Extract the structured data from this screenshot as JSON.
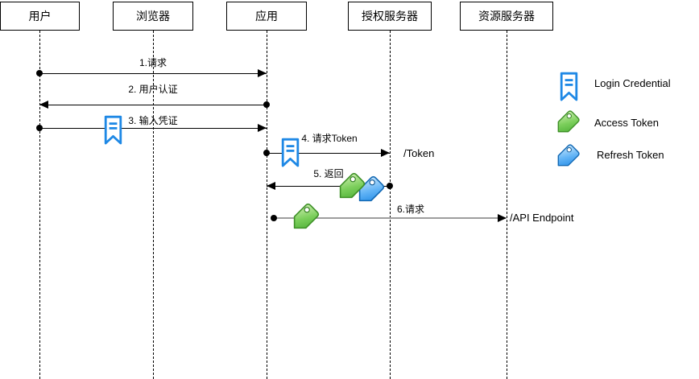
{
  "diagram": {
    "type": "sequence-diagram",
    "actors": [
      {
        "label": "用户"
      },
      {
        "label": "浏览器"
      },
      {
        "label": "应用"
      },
      {
        "label": "授权服务器"
      },
      {
        "label": "资源服务器"
      }
    ],
    "messages": [
      {
        "label": "1.请求",
        "from": "用户",
        "to": "应用"
      },
      {
        "label": "2. 用户认证",
        "from": "应用",
        "to": "用户"
      },
      {
        "label": "3. 输入凭证",
        "from": "用户",
        "to": "应用",
        "icon": "login-credential"
      },
      {
        "label": "4. 请求Token",
        "from": "应用",
        "to": "授权服务器",
        "icon": "login-credential"
      },
      {
        "label": "5. 返回",
        "from": "授权服务器",
        "to": "应用",
        "icons": [
          "access-token",
          "refresh-token"
        ]
      },
      {
        "label": "6.请求",
        "from": "应用",
        "to": "资源服务器",
        "icon": "access-token"
      }
    ],
    "endpoints": [
      {
        "label": "/Token"
      },
      {
        "label": "/API Endpoint"
      }
    ],
    "legend": [
      {
        "icon": "login-credential-icon",
        "label": "Login Credential"
      },
      {
        "icon": "access-token-icon",
        "label": "Access Token"
      },
      {
        "icon": "refresh-token-icon",
        "label": "Refresh Token"
      }
    ],
    "colors": {
      "credential_blue": "#1e88e5",
      "access_token_green": "#5cb63e",
      "refresh_token_blue": "#2e9bf0",
      "message6_line_gray": "#9e9e9e",
      "line_black": "#000000"
    }
  }
}
